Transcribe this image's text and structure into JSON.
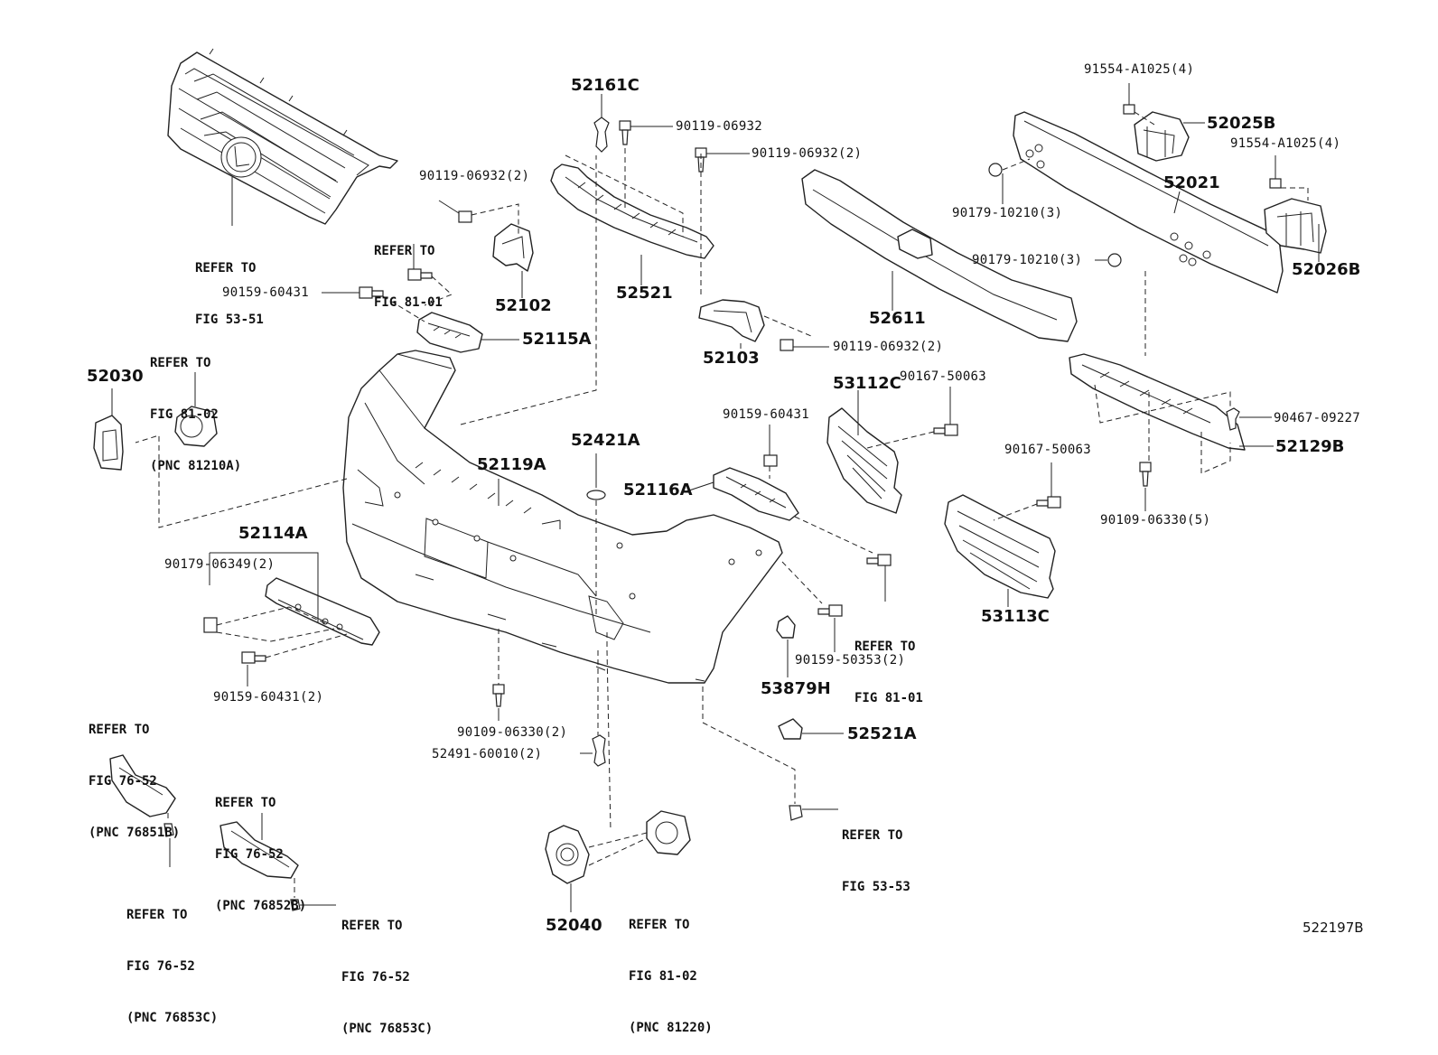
{
  "diagram_id": "522197B",
  "labels": {
    "p52161C": "52161C",
    "p90119_06932_a": "90119-06932",
    "p90119_06932_b": "90119-06932(2)",
    "p90119_06932_c": "90119-06932(2)",
    "p90119_06932_d": "90119-06932(2)",
    "p52102": "52102",
    "p52521": "52521",
    "p90159_60431_a": "90159-60431",
    "p52115A": "52115A",
    "p52103": "52103",
    "p52611": "52611",
    "p91554_a": "91554-A1025(4)",
    "p91554_b": "91554-A1025(4)",
    "p52025B": "52025B",
    "p52021": "52021",
    "p90179_10210_a": "90179-10210(3)",
    "p90179_10210_b": "90179-10210(3)",
    "p52026B": "52026B",
    "p52030": "52030",
    "p53112C": "53112C",
    "p90167_50063_a": "90167-50063",
    "p90167_50063_b": "90167-50063",
    "p90159_60431_b": "90159-60431",
    "p52421A": "52421A",
    "p52119A": "52119A",
    "p52116A": "52116A",
    "p90467_09227": "90467-09227",
    "p52129B": "52129B",
    "p90109_06330_a": "90109-06330(5)",
    "p52114A": "52114A",
    "p90179_06349": "90179-06349(2)",
    "p53113C": "53113C",
    "p90159_50353": "90159-50353(2)",
    "p53879H": "53879H",
    "p90159_60431_c": "90159-60431(2)",
    "p90109_06330_b": "90109-06330(2)",
    "p52491_60010": "52491-60010(2)",
    "p52521A": "52521A",
    "p52040": "52040"
  },
  "refs": {
    "r_fig53_51": [
      "REFER TO",
      "FIG 53-51"
    ],
    "r_fig81_01_a": [
      "REFER TO",
      "FIG 81-01"
    ],
    "r_fig81_02_a": [
      "REFER TO",
      "FIG 81-02",
      "(PNC 81210A)"
    ],
    "r_fig81_01_b": [
      "REFER TO",
      "FIG 81-01"
    ],
    "r_fig76_52_a": [
      "REFER TO",
      "FIG 76-52",
      "(PNC 76851B)"
    ],
    "r_fig76_52_b": [
      "REFER TO",
      "FIG 76-52",
      "(PNC 76852B)"
    ],
    "r_fig53_53": [
      "REFER TO",
      "FIG 53-53"
    ],
    "r_fig76_52_c": [
      "REFER TO",
      "FIG 76-52",
      "(PNC 76853C)"
    ],
    "r_fig76_52_d": [
      "REFER TO",
      "FIG 76-52",
      "(PNC 76853C)"
    ],
    "r_fig81_02_b": [
      "REFER TO",
      "FIG 81-02",
      "(PNC 81220)"
    ]
  }
}
